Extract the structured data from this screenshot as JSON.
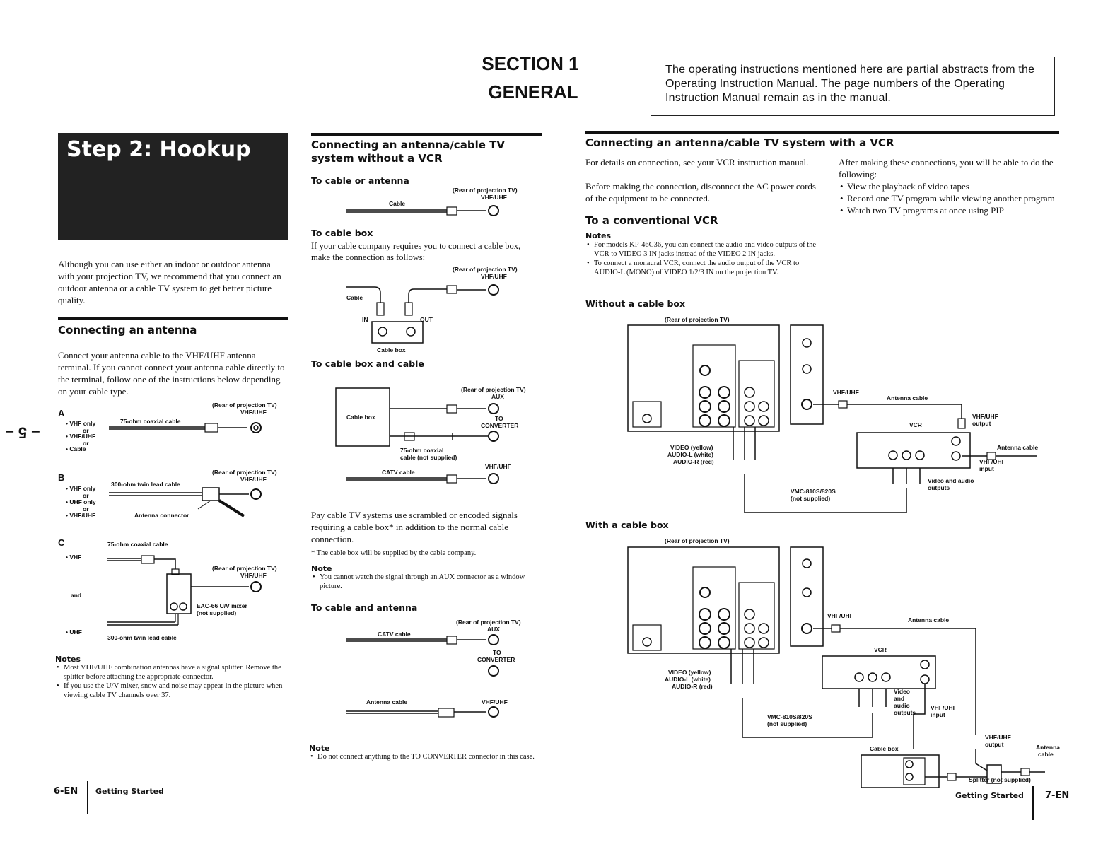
{
  "header": {
    "section": "SECTION 1",
    "general": "GENERAL",
    "notice": "The operating instructions mentioned here are partial abstracts from the Operating Instruction Manual. The page numbers of the Operating Instruction Manual remain as in the manual."
  },
  "side_page_number": "– 5 –",
  "left_page": {
    "step_title": "Step 2: Hookup",
    "intro": "Although you can use either an indoor or outdoor antenna with your projection TV, we recommend that you connect an outdoor antenna or a cable TV system to get better picture quality.",
    "connecting_antenna": {
      "heading": "Connecting an antenna",
      "text": "Connect your antenna cable to the VHF/UHF antenna terminal. If you cannot connect your antenna cable directly to the terminal, follow one of the instructions below depending on your cable type."
    },
    "diagram_a": {
      "letter": "A",
      "opt1": "• VHF only",
      "or1": "or",
      "opt2": "• VHF/UHF",
      "or2": "or",
      "opt3": "• Cable",
      "cable": "75-ohm coaxial cable",
      "rear": "(Rear of projection TV)",
      "term": "VHF/UHF"
    },
    "diagram_b": {
      "letter": "B",
      "opt1": "• VHF only",
      "or1": "or",
      "opt2": "• UHF only",
      "or2": "or",
      "opt3": "• VHF/UHF",
      "cable": "300-ohm twin lead cable",
      "connector": "Antenna connector",
      "rear": "(Rear of projection TV)",
      "term": "VHF/UHF"
    },
    "diagram_c": {
      "letter": "C",
      "vhf": "• VHF",
      "and": "and",
      "uhf": "• UHF",
      "coax": "75-ohm coaxial cable",
      "twin": "300-ohm twin lead cable",
      "rear": "(Rear of projection TV)",
      "term": "VHF/UHF",
      "mixer": "EAC-66 U/V mixer",
      "mixer2": "(not supplied)"
    },
    "notes_title": "Notes",
    "notes": [
      "Most VHF/UHF combination antennas have a signal splitter. Remove the splitter before attaching the appropriate connector.",
      "If you use the U/V mixer, snow and noise may appear in the picture when viewing cable TV channels over 37."
    ],
    "footer_num": "6-EN",
    "footer_label": "Getting Started"
  },
  "middle_col": {
    "heading": "Connecting an antenna/cable TV system without a VCR",
    "cable_or_antenna": {
      "title": "To cable or antenna",
      "rear": "(Rear of projection TV)",
      "term": "VHF/UHF",
      "cable": "Cable"
    },
    "cable_box": {
      "title": "To cable box",
      "text": "If your cable company requires you to connect a cable box, make the connection as follows:",
      "rear": "(Rear of projection TV)",
      "term": "VHF/UHF",
      "cable": "Cable",
      "in": "IN",
      "out": "OUT",
      "box": "Cable box"
    },
    "cable_box_and_cable": {
      "title": "To cable box and cable",
      "rear": "(Rear of projection TV)",
      "aux": "AUX",
      "box": "Cable box",
      "to_conv": "TO",
      "conv": "CONVERTER",
      "coax": "75-ohm coaxial",
      "coax2": "cable (not supplied)",
      "catv": "CATV cable",
      "term": "VHF/UHF"
    },
    "pay_text": "Pay cable TV systems use scrambled or encoded signals requiring a cable box* in addition to the normal cable connection.",
    "footnote": "* The cable box will be supplied by the cable company.",
    "note_title": "Note",
    "note1": "You cannot watch the signal through an AUX connector as a window picture.",
    "cable_and_antenna": {
      "title": "To cable and antenna",
      "rear": "(Rear of projection TV)",
      "aux": "AUX",
      "catv": "CATV cable",
      "to_conv": "TO",
      "conv": "CONVERTER",
      "ant": "Antenna cable",
      "term": "VHF/UHF"
    },
    "note2_title": "Note",
    "note2": "Do not connect anything to the TO CONVERTER connector in this case."
  },
  "right_page": {
    "heading": "Connecting an antenna/cable TV system with a VCR",
    "details": "For details on connection, see your VCR instruction manual.",
    "before": "Before making the connection, disconnect the AC power cords of the equipment to be connected.",
    "after_title": "After making these connections, you will be able to do the following:",
    "after_items": [
      "View the playback of video tapes",
      "Record one TV program while viewing another program",
      "Watch two TV programs at once using PIP"
    ],
    "conventional": "To a conventional VCR",
    "notes_title": "Notes",
    "notes": [
      "For models KP-46C36, you can connect the audio and video outputs of the VCR to VIDEO 3 IN jacks instead of the VIDEO 2 IN jacks.",
      "To connect a monaural VCR, connect the audio output of the VCR to AUDIO-L (MONO) of VIDEO 1/2/3 IN on the projection TV."
    ],
    "without_box": {
      "title": "Without a cable box",
      "rear": "(Rear of projection TV)",
      "vhfuhf": "VHF/UHF",
      "ant_cable": "Antenna cable",
      "vcr": "VCR",
      "vhf_output": "VHF/UHF",
      "output": "output",
      "ant_cable2": "Antenna cable",
      "vhf_input": "VHF/UHF",
      "input": "input",
      "video": "VIDEO (yellow)",
      "audio_l": "AUDIO-L (white)",
      "audio_r": "AUDIO-R (red)",
      "vmc": "VMC-810S/820S",
      "not_supplied": "(not supplied)",
      "va_out": "Video and audio",
      "outputs": "outputs"
    },
    "with_box": {
      "title": "With a cable box",
      "rear": "(Rear of projection TV)",
      "vhfuhf": "VHF/UHF",
      "ant_cable": "Antenna cable",
      "vcr": "VCR",
      "video": "VIDEO (yellow)",
      "audio_l": "AUDIO-L (white)",
      "audio_r": "AUDIO-R (red)",
      "vmc": "VMC-810S/820S",
      "not_supplied": "(not supplied)",
      "va1": "Video",
      "va2": "and",
      "va3": "audio",
      "va4": "outputs",
      "vhf_input": "VHF/UHF",
      "input": "input",
      "vhf_output": "VHF/UHF",
      "output": "output",
      "cable_box": "Cable box",
      "ant": "Antenna",
      "cable": "cable",
      "splitter": "Splitter (not supplied)"
    },
    "footer_label": "Getting Started",
    "footer_num": "7-EN"
  }
}
